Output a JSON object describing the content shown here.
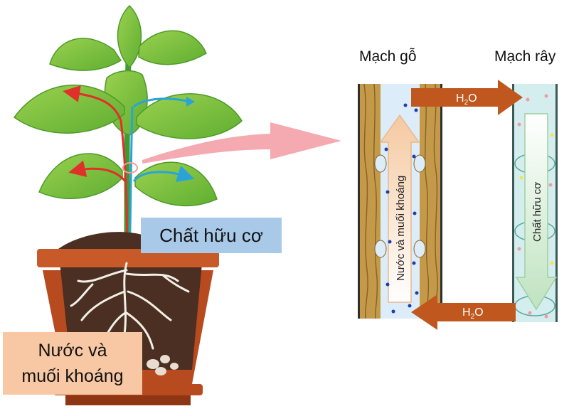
{
  "labels": {
    "xylem": "Mạch gỗ",
    "phloem": "Mạch rây",
    "organic_matter": "Chất hữu cơ",
    "water_line1": "Nước và",
    "water_line2": "muối khoáng",
    "xylem_vertical": "Nước và muối khoáng",
    "phloem_vertical": "Chất hữu cơ",
    "h2o_top": "H",
    "h2o_top_sub": "2",
    "h2o_top_o": "O",
    "h2o_bottom": "H",
    "h2o_bottom_sub": "2",
    "h2o_bottom_o": "O"
  },
  "colors": {
    "leaf": "#7fc241",
    "leaf_dark": "#4e9a2a",
    "stem": "#3f9a35",
    "xylem_flow": "#e0302a",
    "phloem_flow": "#2aa3d9",
    "pot": "#b84a1f",
    "pot_rim": "#c85a2a",
    "soil": "#4a2f22",
    "h2o_arrow": "#c0571e",
    "zoom_arrow": "#f4a0a8",
    "xylem_wall": "#c49a4a",
    "phloem_wall": "#a8d8c8"
  }
}
